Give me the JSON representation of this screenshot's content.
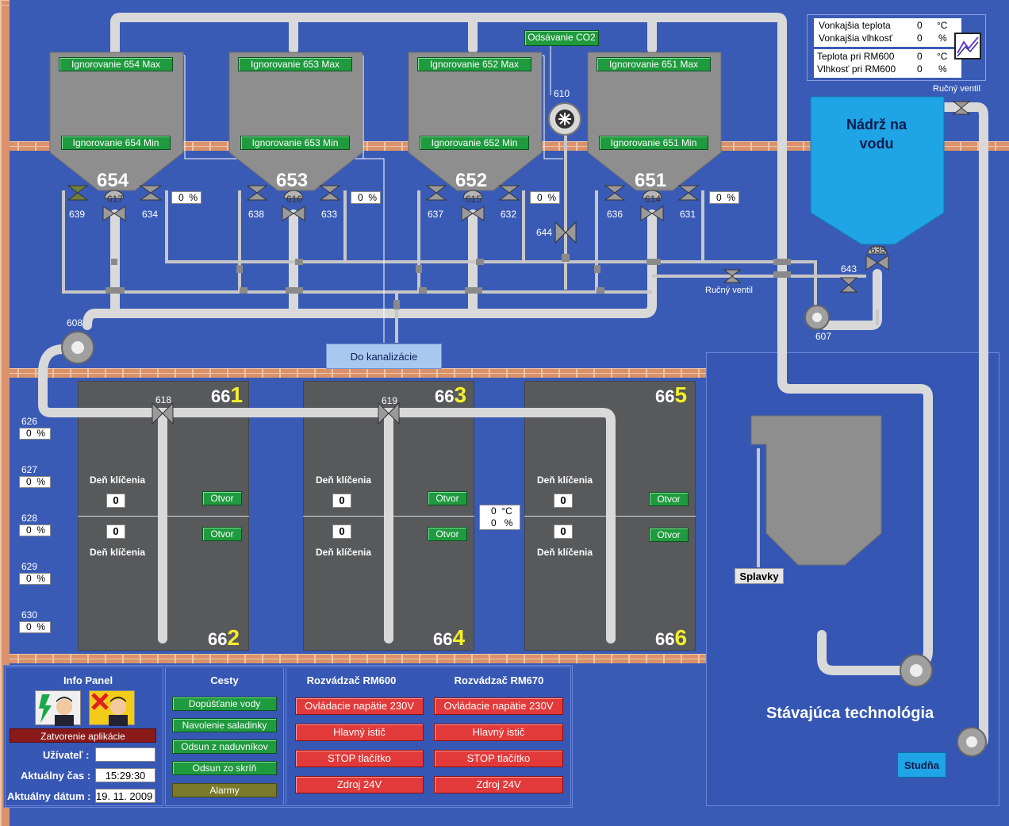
{
  "silos": [
    {
      "id": "654",
      "max": "Ignorovanie 654 Max",
      "min": "Ignorovanie 654 Min",
      "valve_left": "639",
      "valve_mid": "617",
      "valve_right": "634",
      "pct": "0",
      "pct_unit": "%"
    },
    {
      "id": "653",
      "max": "Ignorovanie 653 Max",
      "min": "Ignorovanie 653 Min",
      "valve_left": "638",
      "valve_mid": "616",
      "valve_right": "633",
      "pct": "0",
      "pct_unit": "%"
    },
    {
      "id": "652",
      "max": "Ignorovanie 652 Max",
      "min": "Ignorovanie 652 Min",
      "valve_left": "637",
      "valve_mid": "615",
      "valve_right": "632",
      "pct": "0",
      "pct_unit": "%"
    },
    {
      "id": "651",
      "max": "Ignorovanie 651 Max",
      "min": "Ignorovanie 651 Min",
      "valve_left": "636",
      "valve_mid": "614",
      "valve_right": "631",
      "pct": "0",
      "pct_unit": "%"
    }
  ],
  "co2_button": "Odsávanie CO2",
  "fan_610": "610",
  "valve_644": "644",
  "pump_608": "608",
  "pump_607": "607",
  "valve_643": "643",
  "valve_635": "635",
  "manual_valve_top": "Ručný ventil",
  "manual_valve_mid": "Ručný ventil",
  "drain_button": "Do kanalizácie",
  "water_tank": "Nádrž na vodu",
  "weather": {
    "ext_temp_label": "Vonkajšia teplota",
    "ext_temp_val": "0",
    "ext_temp_unit": "°C",
    "ext_hum_label": "Vonkajšia vlhkosť",
    "ext_hum_val": "0",
    "ext_hum_unit": "%",
    "rm_temp_label": "Teplota pri RM600",
    "rm_temp_val": "0",
    "rm_temp_unit": "°C",
    "rm_hum_label": "Vlhkosť pri RM600",
    "rm_hum_val": "0",
    "rm_hum_unit": "%"
  },
  "sensors": [
    {
      "id": "626",
      "val": "0",
      "unit": "%"
    },
    {
      "id": "627",
      "val": "0",
      "unit": "%"
    },
    {
      "id": "628",
      "val": "0",
      "unit": "%"
    },
    {
      "id": "629",
      "val": "0",
      "unit": "%"
    },
    {
      "id": "630",
      "val": "0",
      "unit": "%"
    }
  ],
  "rooms": [
    {
      "top_num": "66",
      "top_digit": "1",
      "bottom_num": "66",
      "bottom_digit": "2",
      "valve": "618",
      "label_top": "Deň klíčenia",
      "val_top": "0",
      "label_bottom": "Deň klíčenia",
      "val_bottom": "0",
      "btn_top": "Otvor",
      "btn_bottom": "Otvor"
    },
    {
      "top_num": "66",
      "top_digit": "3",
      "bottom_num": "66",
      "bottom_digit": "4",
      "valve": "619",
      "label_top": "Deň klíčenia",
      "val_top": "0",
      "label_bottom": "Deň klíčenia",
      "val_bottom": "0",
      "btn_top": "Otvor",
      "btn_bottom": "Otvor"
    },
    {
      "top_num": "66",
      "top_digit": "5",
      "bottom_num": "66",
      "bottom_digit": "6",
      "valve": "",
      "label_top": "Deň klíčenia",
      "val_top": "0",
      "label_bottom": "Deň klíčenia",
      "val_bottom": "0",
      "btn_top": "Otvor",
      "btn_bottom": "Otvor"
    }
  ],
  "mid_readout": {
    "temp": "0",
    "temp_unit": "°C",
    "hum": "0",
    "hum_unit": "%"
  },
  "splavky": "Splavky",
  "existing_tech": "Stávajúca technológia",
  "studna": "Studňa",
  "info_panel": {
    "title": "Info Panel",
    "close_app": "Zatvorenie aplikácie",
    "user_label": "Užívateľ :",
    "user_val": "",
    "time_label": "Aktuálny čas :",
    "time_val": "15:29:30",
    "date_label": "Aktuálny dátum :",
    "date_val": "19. 11. 2009"
  },
  "cesty": {
    "title": "Cesty",
    "items": [
      "Dopúšťanie vody",
      "Navolenie saladinky",
      "Odsun z naduvníkov",
      "Odsun zo skríň"
    ],
    "alarm": "Alarmy"
  },
  "rm600": {
    "title": "Rozvádzač RM600",
    "items": [
      "Ovládacie napätie 230V",
      "Hlavný istič",
      "STOP tlačítko",
      "Zdroj 24V"
    ]
  },
  "rm670": {
    "title": "Rozvádzač RM670",
    "items": [
      "Ovládacie napätie 230V",
      "Hlavný istič",
      "STOP tlačítko",
      "Zdroj 24V"
    ]
  },
  "colors": {
    "background": "#3a5bb5",
    "pipe": "#e6e6e6",
    "silo": "#8e8e8e",
    "water": "#1fa4e6",
    "alarm_red": "#e23a3a",
    "ok_green": "#1f9a3e"
  }
}
